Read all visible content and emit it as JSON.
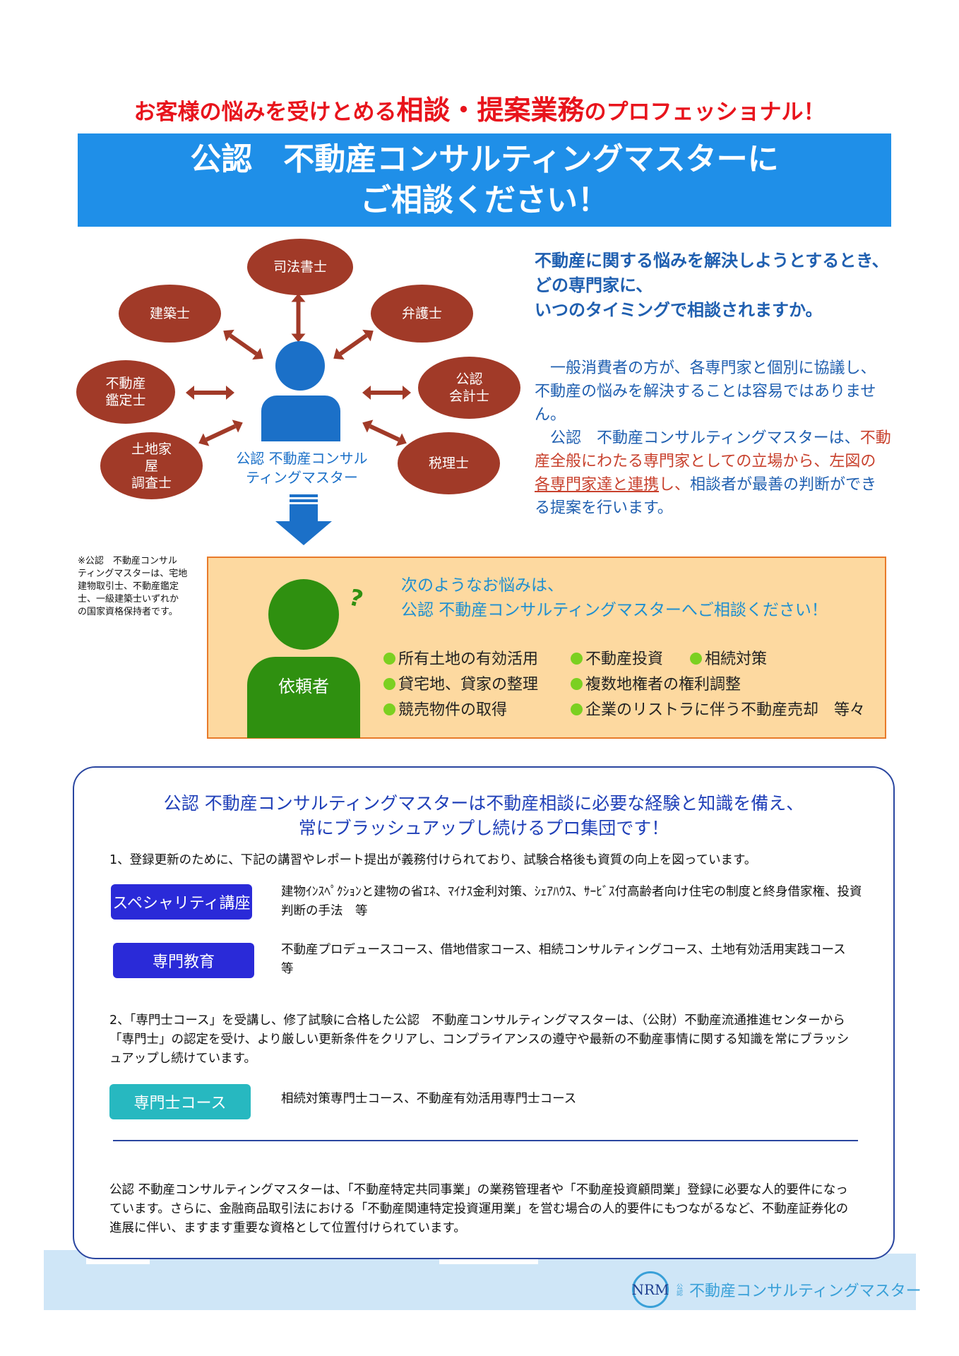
{
  "headline": {
    "part1": "お客様の悩みを受けとめる",
    "part2": "相談・提案業務",
    "part3": "のプロフェッショナル！"
  },
  "banner": {
    "line1": "公認　不動産コンサルティングマスターに",
    "line2": "ご相談ください！"
  },
  "diagram": {
    "experts": [
      "司法書士",
      "建築士",
      "弁護士",
      "不動産\n鑑定士",
      "公認\n会計士",
      "土地家\n屋\n調査士",
      "税理士"
    ],
    "center_label": "公認 不動産コンサル\nティングマスター"
  },
  "question": "不動産に関する悩みを解決しようとするとき、\nどの専門家に、\nいつのタイミングで相談されますか。",
  "description": {
    "p1": "　一般消費者の方が、各専門家と個別に協議し、不動産の悩みを解決することは容易ではありません。",
    "p2a": "　公認　不動産コンサルティングマスターは、",
    "p2b": "不動産全般にわたる専門家としての立場から、左図の",
    "p2c": "各専門家達と連携",
    "p2d": "し、",
    "p2e": "相談者が最善の判断ができる提案を行います。"
  },
  "note": "※公認　不動産コンサル\nティングマスターは、宅地\n建物取引士、不動産鑑定\n士、一級建築士いずれか\nの国家資格保持者です。",
  "worries": {
    "client_label": "依頼者",
    "question_mark": "?",
    "title": "次のようなお悩みは、\n公認 不動産コンサルティングマスターへご相談ください！",
    "items": [
      "所有土地の有効活用",
      "不動産投資",
      "相続対策",
      "貸宅地、貸家の整理",
      "複数地権者の権利調整",
      "競売物件の取得",
      "企業のリストラに伴う不動産売却　等々"
    ]
  },
  "panel": {
    "title": "公認 不動産コンサルティングマスターは不動産相談に必要な経験と知識を備え、\n常にブラッシュアップし続けるプロ集団です！",
    "item1": "1、登録更新のために、下記の講習やレポート提出が義務付けられており、試験合格後も資質の向上を図っています。",
    "courses": [
      {
        "label": "スペシャリティ講座",
        "text": "建物ｲﾝｽﾍﾟｸｼｮﾝと建物の省ｴﾈ、ﾏｲﾅｽ金利対策、ｼｪｱﾊｳｽ、ｻｰﾋﾞｽ付高齢者向け住宅の制度と終身借家権、投資判断の手法　等",
        "color": "#2a2ad8"
      },
      {
        "label": "専門教育",
        "text": "不動産プロデュースコース、借地借家コース、相続コンサルティングコース、土地有効活用実践コース　等",
        "color": "#2a2ad8"
      },
      {
        "label": "専門士コース",
        "text": "相続対策専門士コース、不動産有効活用専門士コース",
        "color": "#27b8c0"
      }
    ],
    "item2": "2、「専門士コース」を受講し、修了試験に合格した公認　不動産コンサルティングマスターは、（公財）不動産流通推進センターから「専門士」の認定を受け、より厳しい更新条件をクリアし、コンプライアンスの遵守や最新の不動産事情に関する知識を常にブラッシュアップし続けています。",
    "footer": "公認 不動産コンサルティングマスターは、「不動産特定共同事業」の業務管理者や「不動産投資顧問業」登録に必要な人的要件になっています。さらに、金融商品取引法における「不動産関連特定投資運用業」を営む場合の人的要件にもつながるなど、不動産証券化の進展に伴い、ますます重要な資格として位置付けられています。"
  },
  "logo": {
    "mark": "NRM",
    "small": "公認",
    "text": "不動産コンサルティングマスター"
  }
}
